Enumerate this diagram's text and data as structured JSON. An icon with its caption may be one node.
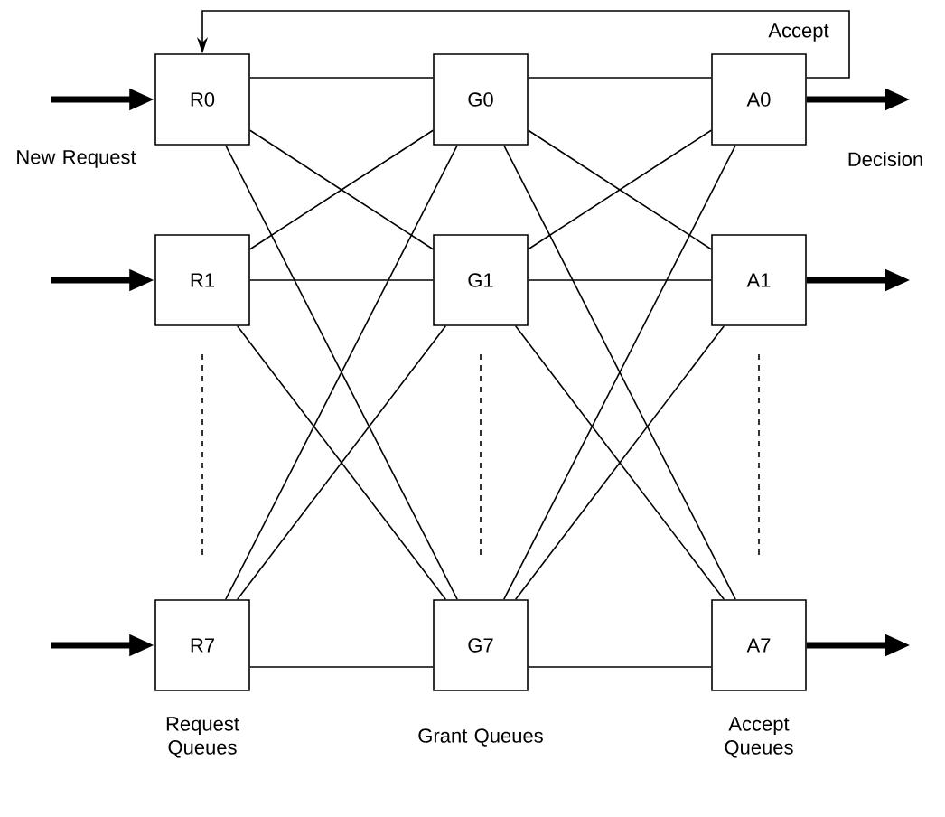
{
  "diagram": {
    "nodes": [
      {
        "text": [
          "R0"
        ]
      },
      {
        "text": [
          "R1"
        ]
      },
      {
        "text": [
          "R7"
        ]
      },
      {
        "text": [
          "G0"
        ]
      },
      {
        "text": [
          "G1"
        ]
      },
      {
        "text": [
          "G7"
        ]
      },
      {
        "text": [
          "A0"
        ]
      },
      {
        "text": [
          "A1"
        ]
      },
      {
        "text": [
          "A7"
        ]
      }
    ],
    "edges": [
      {
        "from": null,
        "to": 0,
        "arrow": "to",
        "style": "thick"
      },
      {
        "from": null,
        "to": 1,
        "arrow": "to",
        "style": "thick"
      },
      {
        "from": null,
        "to": 2,
        "arrow": "to",
        "style": "thick"
      },
      {
        "from": 0,
        "to": 3,
        "arrow": "none"
      },
      {
        "from": 0,
        "to": 4,
        "arrow": "none"
      },
      {
        "from": 0,
        "to": 5,
        "arrow": "none"
      },
      {
        "from": 1,
        "to": 3,
        "arrow": "none"
      },
      {
        "from": 1,
        "to": 4,
        "arrow": "none"
      },
      {
        "from": 1,
        "to": 5,
        "arrow": "none"
      },
      {
        "from": 2,
        "to": 3,
        "arrow": "none"
      },
      {
        "from": 2,
        "to": 4,
        "arrow": "none"
      },
      {
        "from": 2,
        "to": 5,
        "arrow": "none"
      },
      {
        "from": 3,
        "to": 6,
        "arrow": "none"
      },
      {
        "from": 3,
        "to": 7,
        "arrow": "none"
      },
      {
        "from": 3,
        "to": 8,
        "arrow": "none"
      },
      {
        "from": 4,
        "to": 6,
        "arrow": "none"
      },
      {
        "from": 4,
        "to": 7,
        "arrow": "none"
      },
      {
        "from": 4,
        "to": 8,
        "arrow": "none"
      },
      {
        "from": 5,
        "to": 6,
        "arrow": "none"
      },
      {
        "from": 5,
        "to": 7,
        "arrow": "none"
      },
      {
        "from": 5,
        "to": 8,
        "arrow": "none"
      },
      {
        "from": 6,
        "to": null,
        "arrow": "to",
        "style": "thick"
      },
      {
        "from": 7,
        "to": null,
        "arrow": "to",
        "style": "thick"
      },
      {
        "from": 8,
        "to": null,
        "arrow": "to",
        "style": "thick"
      },
      {
        "from": 6,
        "to": 0,
        "arrow": "to",
        "label": "Accept"
      }
    ],
    "labels": [
      "New Request",
      "Decision",
      "Request Queues",
      "Grant Queues",
      "Accept Queues"
    ]
  }
}
